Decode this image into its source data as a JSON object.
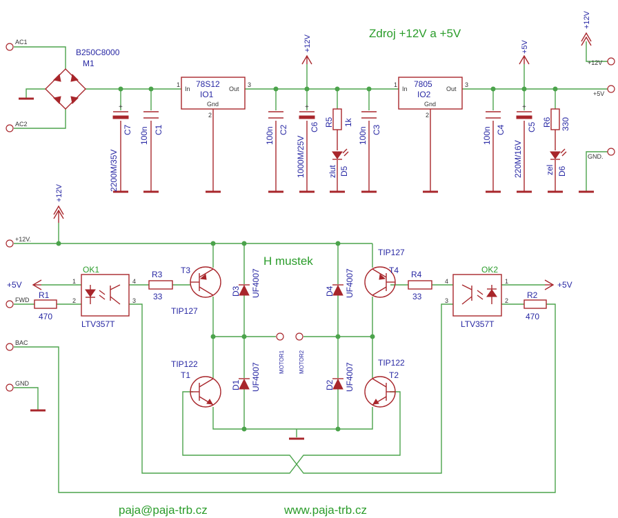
{
  "title": "Zdroj +12V a +5V",
  "hbridge_title": "H mustek",
  "email": "paja@paja-trb.cz",
  "website": "www.paja-trb.cz",
  "connectors": {
    "ac1": "AC1",
    "ac2": "AC2",
    "out12": "+12V",
    "out5": "+5V",
    "gnd_out": "GND.",
    "in12": "+12V.",
    "fwd": "FWD",
    "bac": "BAC",
    "gnd": "GND",
    "motor1": "MOTOR1",
    "motor2": "MOTOR2"
  },
  "supply": {
    "v12": "+12V",
    "v5": "+5V"
  },
  "components": {
    "bridge": {
      "part": "B250C8000",
      "ref": "M1"
    },
    "c7": {
      "ref": "C7",
      "value": "2200M/35V"
    },
    "c1": {
      "ref": "C1",
      "value": "100n"
    },
    "io1": {
      "part": "78S12",
      "ref": "IO1",
      "in": "In",
      "out": "Out",
      "gnd": "Gnd",
      "p1": "1",
      "p2": "2",
      "p3": "3"
    },
    "c2": {
      "ref": "C2",
      "value": "100n"
    },
    "c6": {
      "ref": "C6",
      "value": "1000M/25V"
    },
    "r5": {
      "ref": "R5",
      "value": "1k"
    },
    "d5": {
      "ref": "D5",
      "value": "zlut"
    },
    "c3": {
      "ref": "C3",
      "value": "100n"
    },
    "io2": {
      "part": "7805",
      "ref": "IO2",
      "in": "In",
      "out": "Out",
      "gnd": "Gnd",
      "p1": "1",
      "p2": "2",
      "p3": "3"
    },
    "c4": {
      "ref": "C4",
      "value": "100n"
    },
    "c5": {
      "ref": "C5",
      "value": "220M/16V"
    },
    "r6": {
      "ref": "R6",
      "value": "330"
    },
    "d6": {
      "ref": "D6",
      "value": "zel"
    },
    "ok1": {
      "ref": "OK1",
      "part": "LTV357T",
      "p1": "1",
      "p2": "2",
      "p3": "3",
      "p4": "4"
    },
    "ok2": {
      "ref": "OK2",
      "part": "LTV357T",
      "p1": "1",
      "p2": "2",
      "p3": "3",
      "p4": "4"
    },
    "r1": {
      "ref": "R1",
      "value": "470"
    },
    "r2": {
      "ref": "R2",
      "value": "470"
    },
    "r3": {
      "ref": "R3",
      "value": "33"
    },
    "r4": {
      "ref": "R4",
      "value": "33"
    },
    "t3": {
      "ref": "T3",
      "part": "TIP127"
    },
    "t4": {
      "ref": "T4",
      "part": "TIP127"
    },
    "t1": {
      "ref": "T1",
      "part": "TIP122"
    },
    "t2": {
      "ref": "T2",
      "part": "TIP122"
    },
    "d1": {
      "ref": "D1",
      "part": "UF4007"
    },
    "d2": {
      "ref": "D2",
      "part": "UF4007"
    },
    "d3": {
      "ref": "D3",
      "part": "UF4007"
    },
    "d4": {
      "ref": "D4",
      "part": "UF4007"
    }
  },
  "colors": {
    "wire": "#4ba34b",
    "part": "#a8262b",
    "label": "#2727a3",
    "heading": "#2a9c2a"
  }
}
